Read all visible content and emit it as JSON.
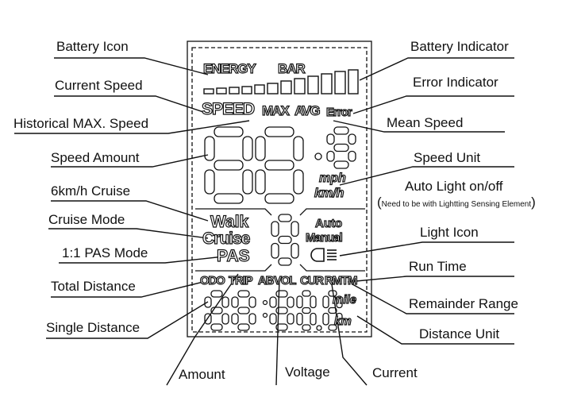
{
  "lcd": {
    "energy_label": "ENERGY",
    "bar_label": "BAR",
    "speed_label": "SPEED",
    "max_label": "MAX",
    "avg_label": "AVG",
    "error_label": "Error",
    "mph_label": "mph",
    "kmh_label": "km/h",
    "walk_label": "Walk",
    "cruise_label": "Cruise",
    "pas_label": "PAS",
    "auto_label": "Auto",
    "manual_label": "Manual",
    "odo_label": "ODO",
    "trip_label": "TRIP",
    "ab_label": "AB",
    "vol_label": "VOL",
    "cur_label": "CUR",
    "rm_label": "RM",
    "tm_label": "TM",
    "mile_label": "mile",
    "km_label": "km"
  },
  "callouts": {
    "battery_icon": "Battery Icon",
    "battery_indicator": "Battery Indicator",
    "current_speed": "Current Speed",
    "error_indicator": "Error Indicator",
    "historical_max_speed": "Historical MAX. Speed",
    "mean_speed": "Mean Speed",
    "speed_amount": "Speed Amount",
    "speed_unit": "Speed Unit",
    "cruise_6kmh": "6km/h Cruise",
    "auto_light": "Auto Light on/off",
    "auto_light_note": "Need to be with Lightting Sensing Element",
    "cruise_mode": "Cruise Mode",
    "light_icon": "Light Icon",
    "pas_mode": "1:1 PAS Mode",
    "run_time": "Run Time",
    "total_distance": "Total Distance",
    "remainder_range": "Remainder Range",
    "single_distance": "Single Distance",
    "distance_unit": "Distance Unit",
    "amount": "Amount",
    "voltage": "Voltage",
    "current": "Current"
  }
}
